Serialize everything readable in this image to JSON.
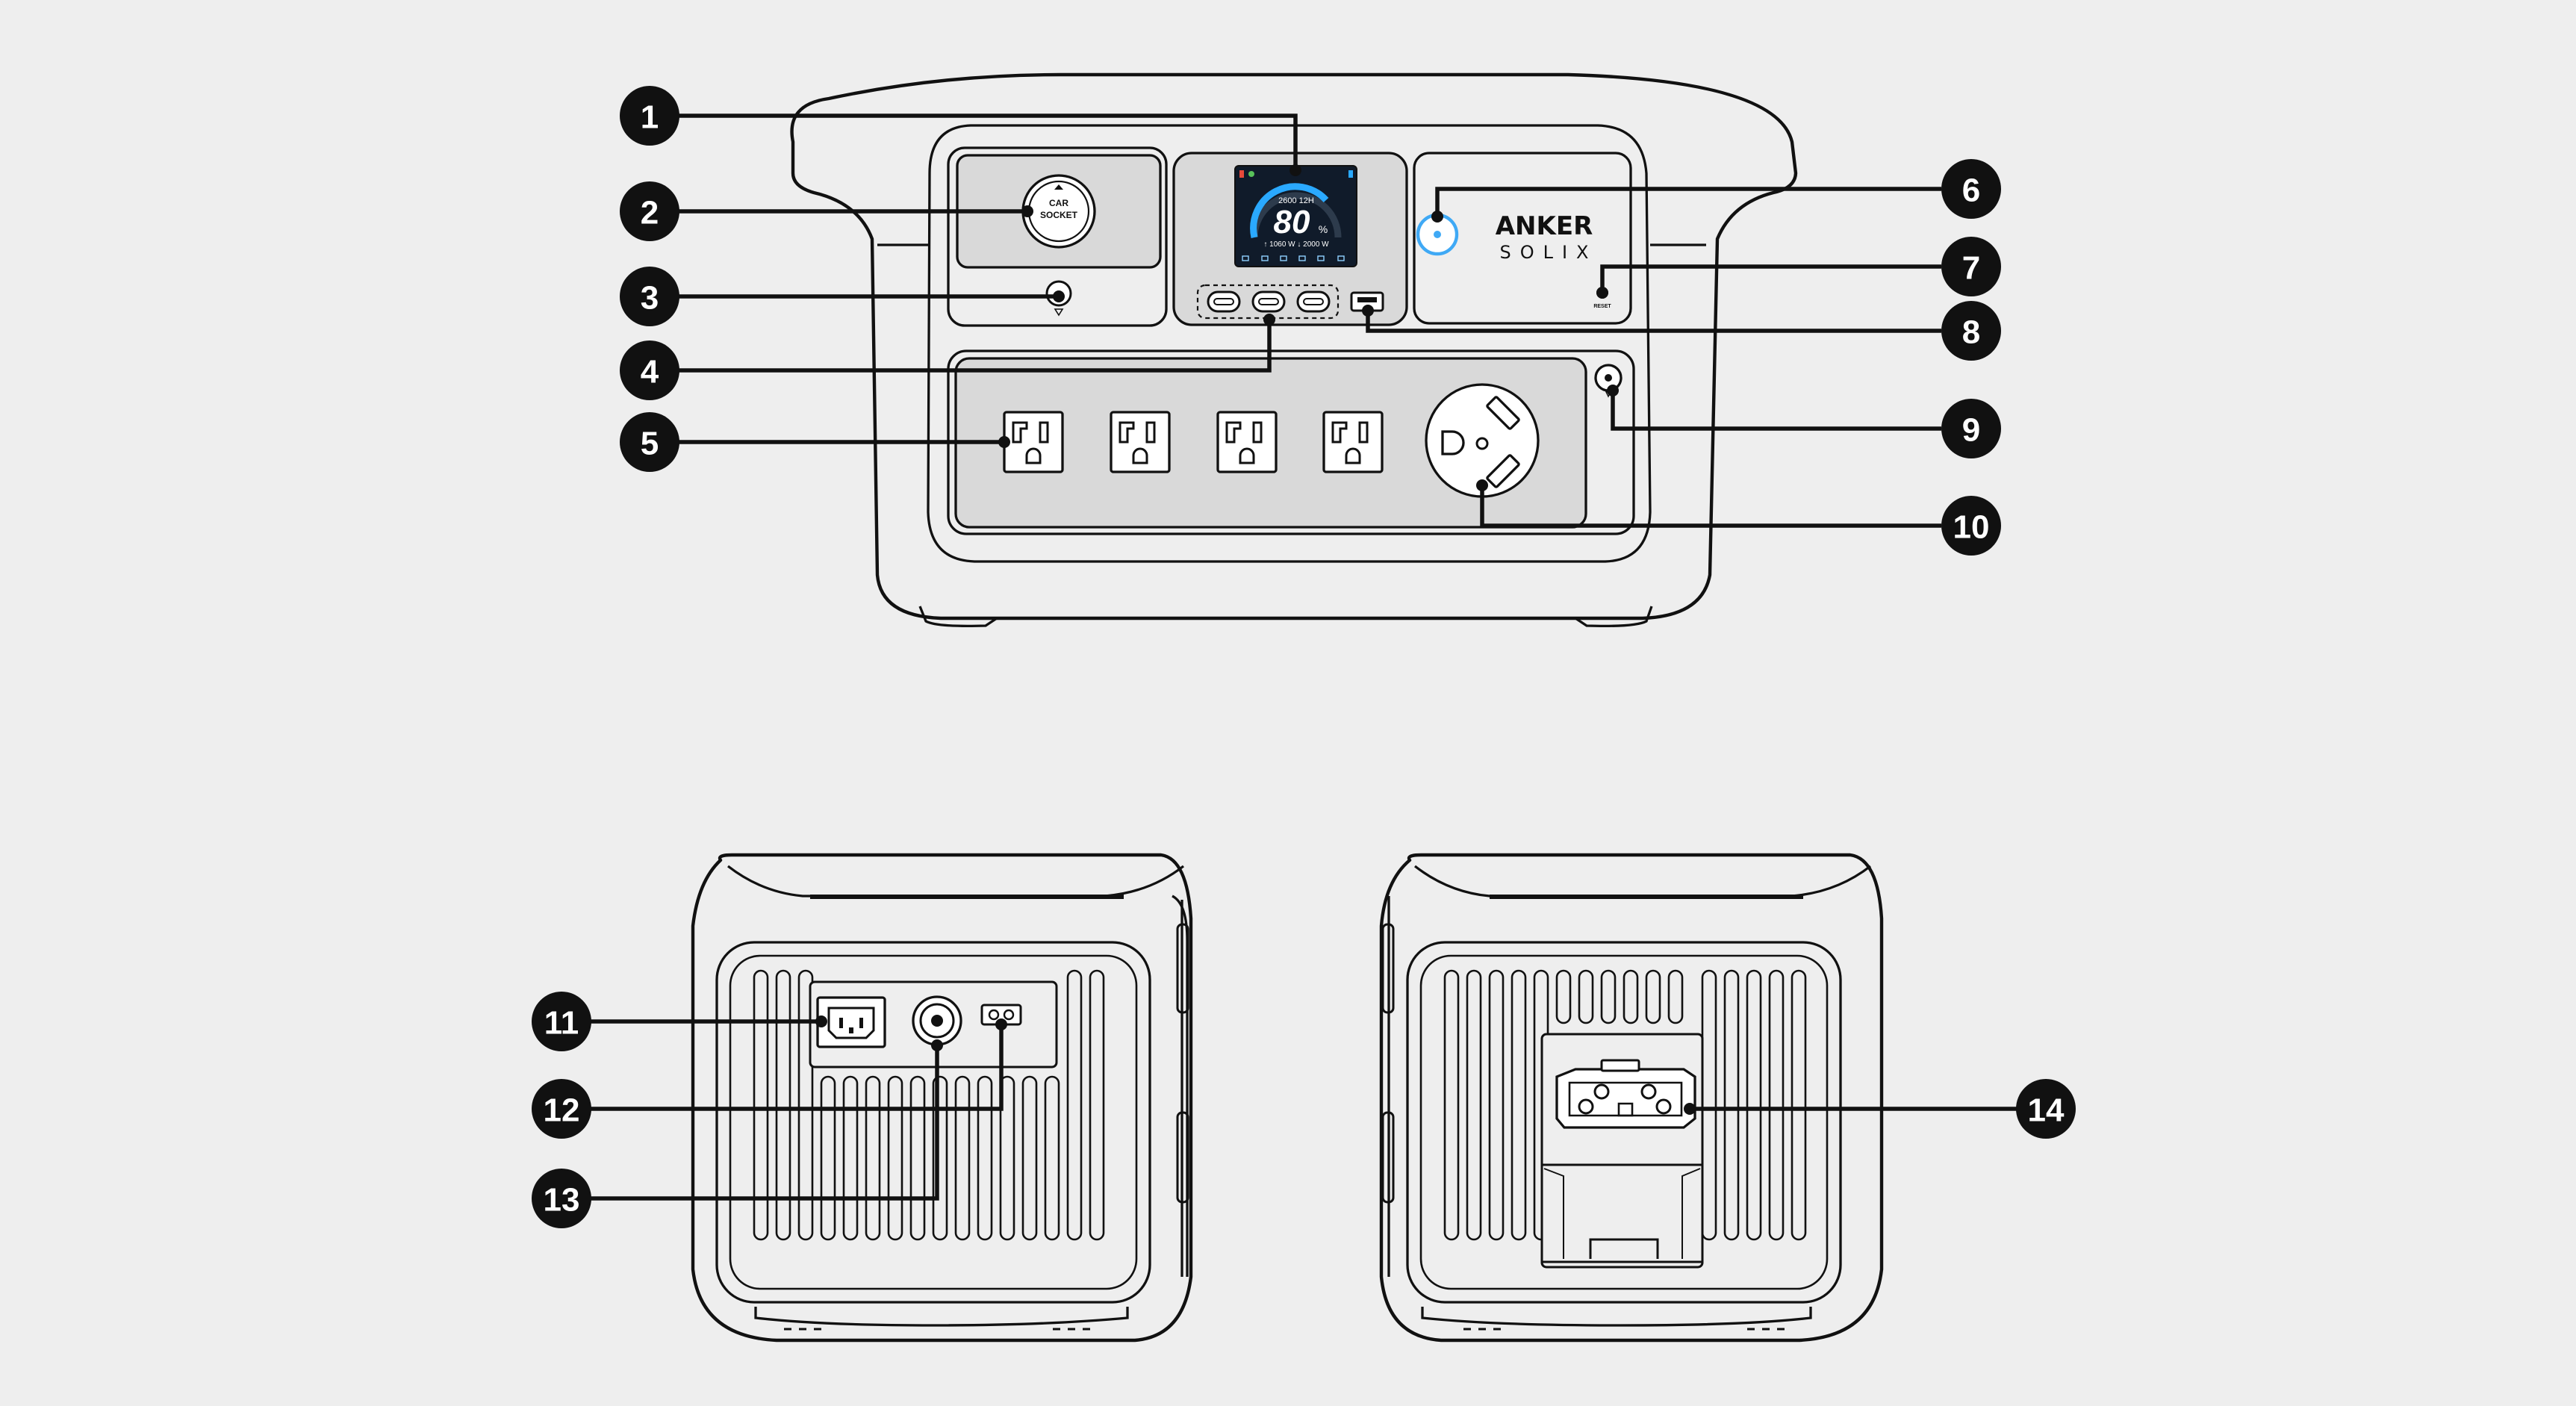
{
  "callouts": [
    "1",
    "2",
    "3",
    "4",
    "5",
    "6",
    "7",
    "8",
    "9",
    "10",
    "11",
    "12",
    "13",
    "14"
  ],
  "device": {
    "brand": "ANKER",
    "sub_brand": "SOLIX",
    "car_socket_line1": "CAR",
    "car_socket_line2": "SOCKET",
    "reset_label": "RESET"
  },
  "display": {
    "capacity": "2600 12H",
    "percent": "80",
    "unit": "%",
    "power_row": "↑ 1060 W  ↓ 2000 W"
  },
  "colors": {
    "background": "#eeeeee",
    "panel_gray": "#d9d9d9",
    "outline": "#111111",
    "screen": "#101b2a",
    "gauge": "#2aa9ff",
    "power_ring": "#3fa9f5"
  }
}
